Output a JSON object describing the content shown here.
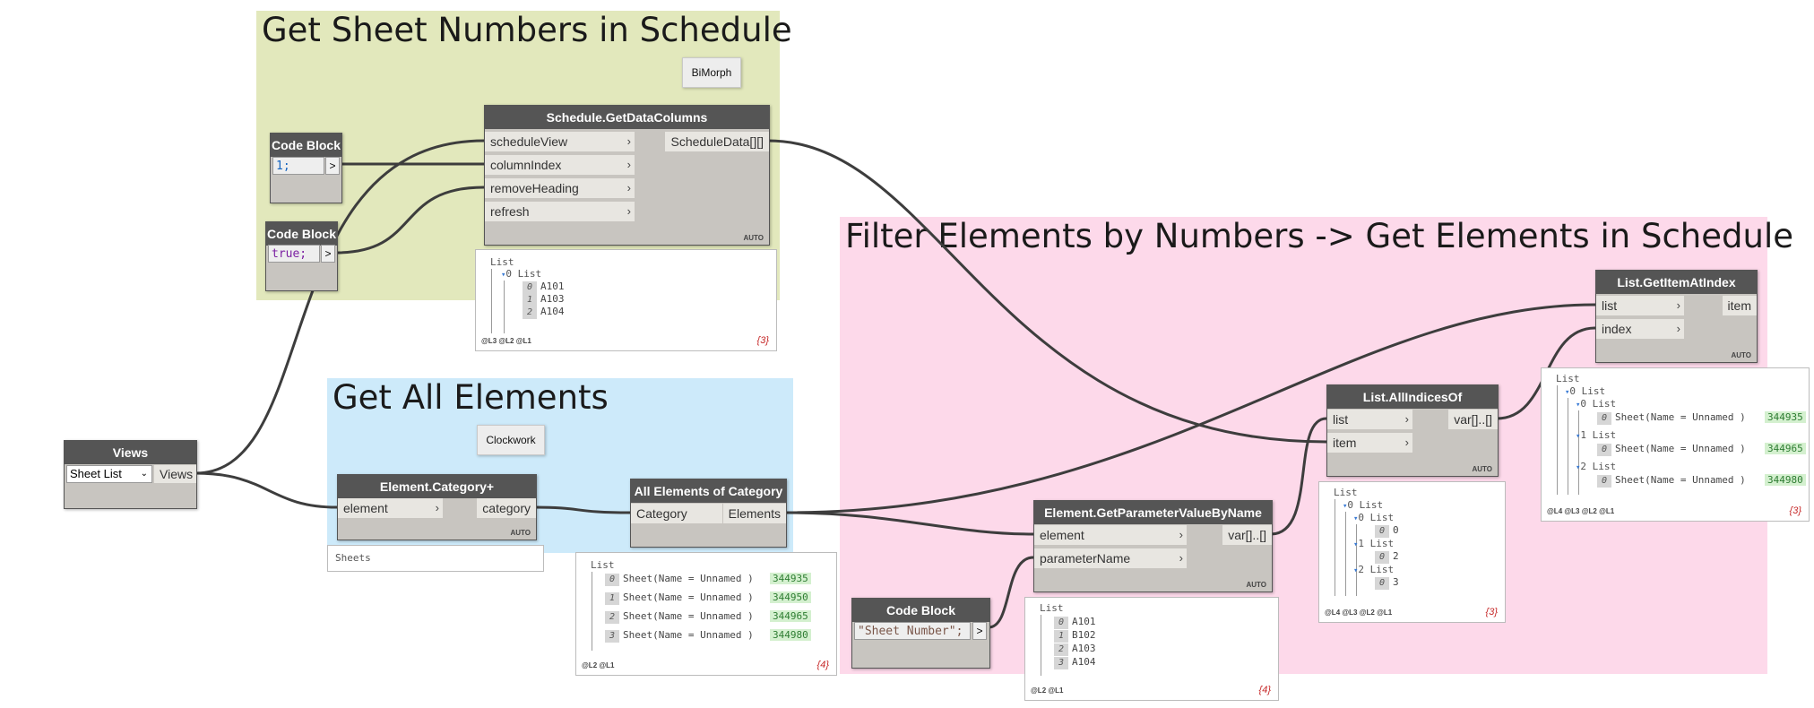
{
  "groups": {
    "sheet_numbers": {
      "title": "Get Sheet Numbers in Schedule",
      "color": "#e2e8bc"
    },
    "all_elements": {
      "title": "Get All Elements",
      "color": "#cdeafa"
    },
    "filter": {
      "title": "Filter Elements by Numbers -> Get Elements in Schedule",
      "color": "#fdd9ea"
    }
  },
  "notes": {
    "bimorph": "BiMorph",
    "clockwork": "Clockwork"
  },
  "nodes": {
    "code1": {
      "title": "Code Block",
      "code": "1;",
      "btn": ">"
    },
    "code_true": {
      "title": "Code Block",
      "code": "true;",
      "btn": ">"
    },
    "schedule": {
      "title": "Schedule.GetDataColumns",
      "inputs": [
        "scheduleView",
        "columnIndex",
        "removeHeading",
        "refresh"
      ],
      "output": "ScheduleData[][]",
      "auto": "AUTO"
    },
    "views": {
      "title": "Views",
      "dropdown": "Sheet List",
      "output": "Views"
    },
    "category": {
      "title": "Element.Category+",
      "input": "element",
      "output": "category",
      "auto": "AUTO",
      "preview": "Sheets"
    },
    "all_of_cat": {
      "title": "All Elements of Category",
      "input": "Category",
      "output": "Elements"
    },
    "code_sheet": {
      "title": "Code Block",
      "code": "\"Sheet Number\";",
      "btn": ">"
    },
    "get_param": {
      "title": "Element.GetParameterValueByName",
      "inputs": [
        "element",
        "parameterName"
      ],
      "output": "var[]..[]",
      "auto": "AUTO"
    },
    "all_indices": {
      "title": "List.AllIndicesOf",
      "inputs": [
        "list",
        "item"
      ],
      "output": "var[]..[]",
      "auto": "AUTO"
    },
    "get_item": {
      "title": "List.GetItemAtIndex",
      "inputs": [
        "list",
        "index"
      ],
      "output": "item",
      "auto": "AUTO"
    }
  },
  "previews": {
    "schedule": {
      "lines": [
        "List",
        "0 List"
      ],
      "items": [
        {
          "i": "0",
          "v": "A101"
        },
        {
          "i": "1",
          "v": "A103"
        },
        {
          "i": "2",
          "v": "A104"
        }
      ],
      "levels": "@L3 @L2 @L1",
      "count": "{3}"
    },
    "all_of_cat": {
      "head": "List",
      "items": [
        {
          "i": "0",
          "v": "Sheet(Name = Unnamed )",
          "id": "344935"
        },
        {
          "i": "1",
          "v": "Sheet(Name = Unnamed )",
          "id": "344950"
        },
        {
          "i": "2",
          "v": "Sheet(Name = Unnamed )",
          "id": "344965"
        },
        {
          "i": "3",
          "v": "Sheet(Name = Unnamed )",
          "id": "344980"
        }
      ],
      "levels": "@L2 @L1",
      "count": "{4}"
    },
    "get_param": {
      "head": "List",
      "items": [
        {
          "i": "0",
          "v": "A101"
        },
        {
          "i": "1",
          "v": "B102"
        },
        {
          "i": "2",
          "v": "A103"
        },
        {
          "i": "3",
          "v": "A104"
        }
      ],
      "levels": "@L2 @L1",
      "count": "{4}"
    },
    "all_indices": {
      "head": "List",
      "sub": "0 List",
      "groups": [
        {
          "label": "0 List",
          "i": "0",
          "v": "0"
        },
        {
          "label": "1 List",
          "i": "0",
          "v": "2"
        },
        {
          "label": "2 List",
          "i": "0",
          "v": "3"
        }
      ],
      "levels": "@L4 @L3 @L2 @L1",
      "count": "{3}"
    },
    "get_item": {
      "head": "List",
      "sub": "0 List",
      "groups": [
        {
          "label": "0 List",
          "i": "0",
          "v": "Sheet(Name = Unnamed )",
          "id": "344935"
        },
        {
          "label": "1 List",
          "i": "0",
          "v": "Sheet(Name = Unnamed )",
          "id": "344965"
        },
        {
          "label": "2 List",
          "i": "0",
          "v": "Sheet(Name = Unnamed )",
          "id": "344980"
        }
      ],
      "levels": "@L4 @L3 @L2 @L1",
      "count": "{3}"
    }
  }
}
